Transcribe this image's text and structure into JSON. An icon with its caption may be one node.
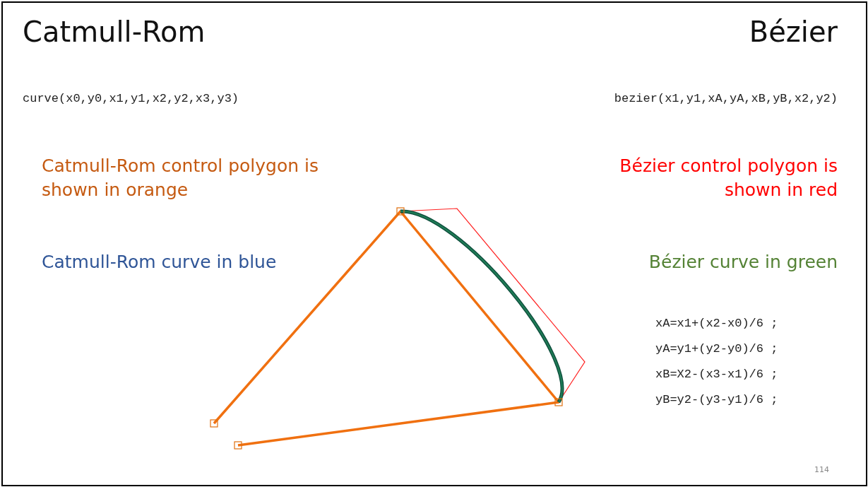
{
  "diagram": {
    "labels": [
      "Catmull-Rom",
      "Bézier",
      "curve(x0,y0,x1,y1,x2,y2,x3,y3)",
      "bezier(x1,y1,xA,yA,xB,yB,x2,y2)",
      "Catmull-Rom control polygon is shown in orange",
      "Bézier control polygon is shown in red",
      "Catmull-Rom curve in blue",
      "Bézier curve in green",
      "xA=x1+(x2-x0)/6 ;",
      "yA=y1+(y2-y0)/6 ;",
      "xB=X2-(x3-x1)/6 ;",
      "yB=y2-(y3-y1)/6 ;",
      "114"
    ]
  }
}
